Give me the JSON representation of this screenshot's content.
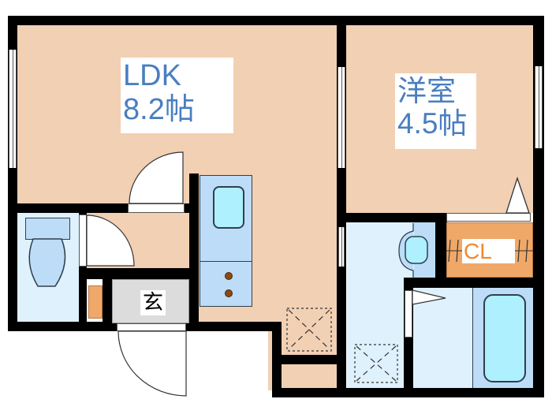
{
  "floorplan": {
    "rooms": {
      "ldk": {
        "name": "LDK",
        "size": "8.2帖"
      },
      "western": {
        "name": "洋室",
        "size": "4.5帖"
      },
      "entrance": {
        "name": "玄"
      },
      "closet": {
        "name": "CL"
      }
    },
    "colors": {
      "wood_floor": "#f2d0b4",
      "wet_floor": "#dff1fd",
      "fixture": "#bddcf7",
      "basin": "#aef0fd",
      "closet": "#f0a868",
      "entrance": "#dcdcdc",
      "label_text": "#4a7ec0",
      "closet_text": "#f08a30",
      "wall": "#000000"
    }
  }
}
